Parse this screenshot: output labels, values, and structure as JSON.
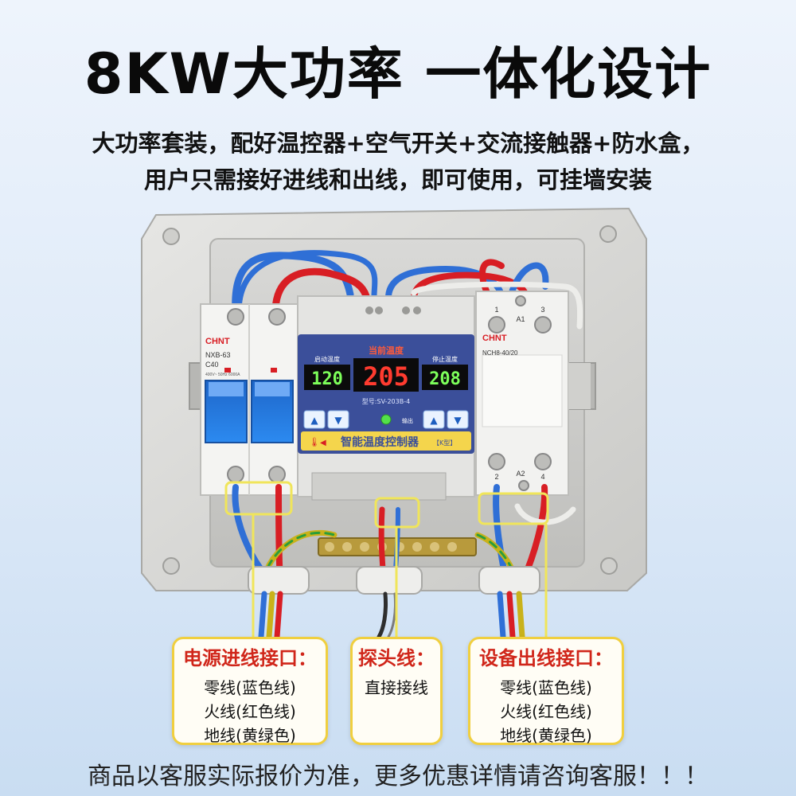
{
  "headline": "8KW大功率  一体化设计",
  "subtitle_line1": "大功率套装，配好温控器+空气开关+交流接触器+防水盒，",
  "subtitle_line2": "用户只需接好进线和出线，即可使用，可挂墙安装",
  "breaker": {
    "brand": "CHNT",
    "model": "NXB-63",
    "rating": "C40",
    "spec": "400V~ 50Hz 6000A"
  },
  "controller": {
    "current_temp_label": "当前温度",
    "start_temp_label": "启动温度",
    "stop_temp_label": "停止温度",
    "start_temp": "120",
    "current_temp": "205",
    "stop_temp": "208",
    "model": "型号:SV-203B-4",
    "output_label": "输出",
    "name": "智能温度控制器",
    "name_tag": "【K型】"
  },
  "contactor": {
    "brand": "CHNT",
    "model": "NCH8-40/20",
    "terminal_top_1": "1",
    "terminal_top_3": "3",
    "terminal_a1": "A1",
    "terminal_a2": "A2",
    "terminal_bottom_2": "2",
    "terminal_bottom_4": "4"
  },
  "callouts": {
    "power_in": {
      "title": "电源进线接口：",
      "lines": [
        "零线(蓝色线)",
        "火线(红色线)",
        "地线(黄绿色)"
      ]
    },
    "probe": {
      "title": "探头线：",
      "lines": [
        "直接接线"
      ]
    },
    "device_out": {
      "title": "设备出线接口：",
      "lines": [
        "零线(蓝色线)",
        "火线(红色线)",
        "地线(黄绿色)"
      ]
    }
  },
  "footer": "商品以客服实际报价为准，更多优惠详情请咨询客服！！！",
  "colors": {
    "accent_red": "#d0261a",
    "highlight_yellow": "#f0e55a",
    "callout_border": "#f0cf3f",
    "wire_blue": "#2f6fd6",
    "wire_red": "#d81e24",
    "lcd_red": "#ff3b2f",
    "lcd_green": "#7dff5a",
    "controller_blue": "#3b4f9a"
  }
}
